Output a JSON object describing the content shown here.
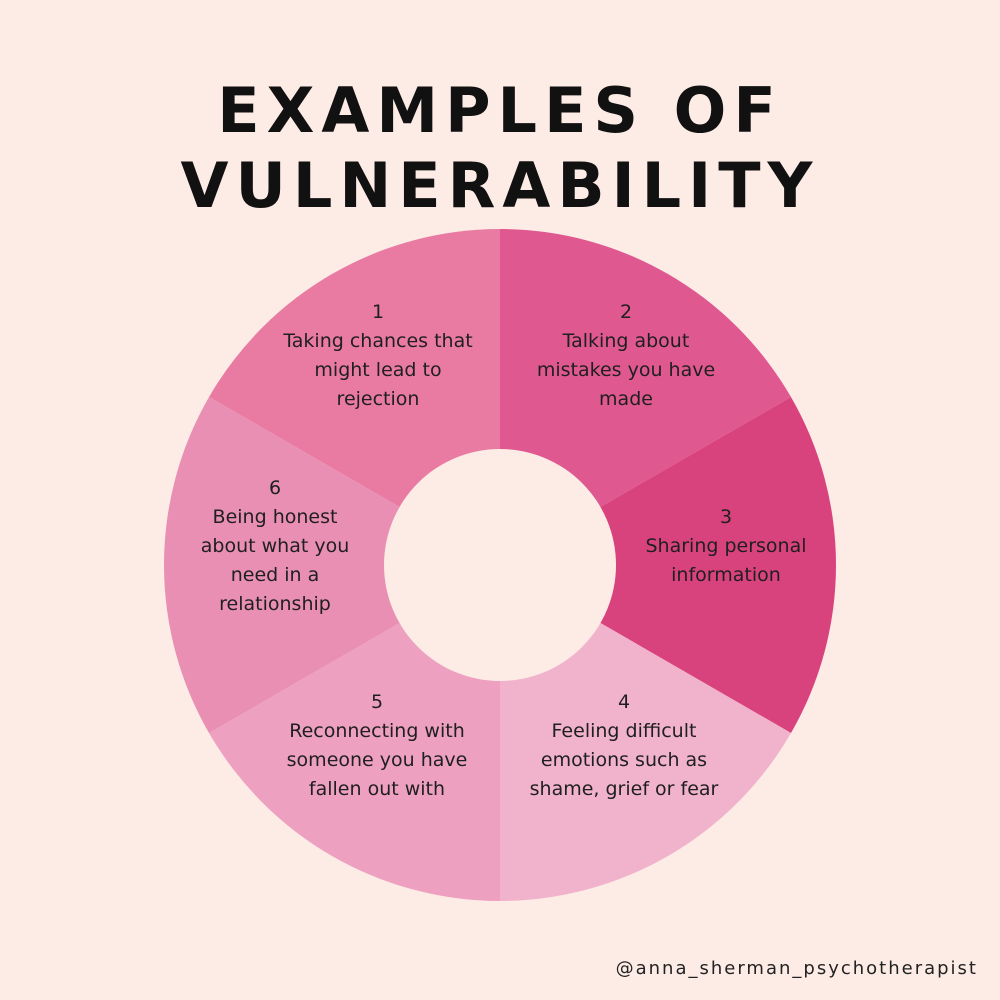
{
  "title": {
    "line1": "EXAMPLES OF",
    "line2": "VULNERABILITY"
  },
  "segments": [
    {
      "number": "1",
      "lines": [
        "Taking chances that",
        "might lead to",
        "rejection"
      ],
      "color": "#e97ba3"
    },
    {
      "number": "2",
      "lines": [
        "Talking about",
        "mistakes you have",
        "made"
      ],
      "color": "#df5890"
    },
    {
      "number": "3",
      "lines": [
        "Sharing personal",
        "information"
      ],
      "color": "#d9437d"
    },
    {
      "number": "4",
      "lines": [
        "Feeling difficult",
        "emotions such as",
        "shame, grief or fear"
      ],
      "color": "#f1b3cb"
    },
    {
      "number": "5",
      "lines": [
        "Reconnecting with",
        "someone you have",
        "fallen out with"
      ],
      "color": "#eda0bf"
    },
    {
      "number": "6",
      "lines": [
        "Being honest",
        "about what you",
        "need in a",
        "relationship"
      ],
      "color": "#e98fb3"
    }
  ],
  "footer": "@anna_sherman_psychotherapist",
  "colors": {
    "background": "#fdece6",
    "center": "#fdece6",
    "title": "#111111"
  }
}
